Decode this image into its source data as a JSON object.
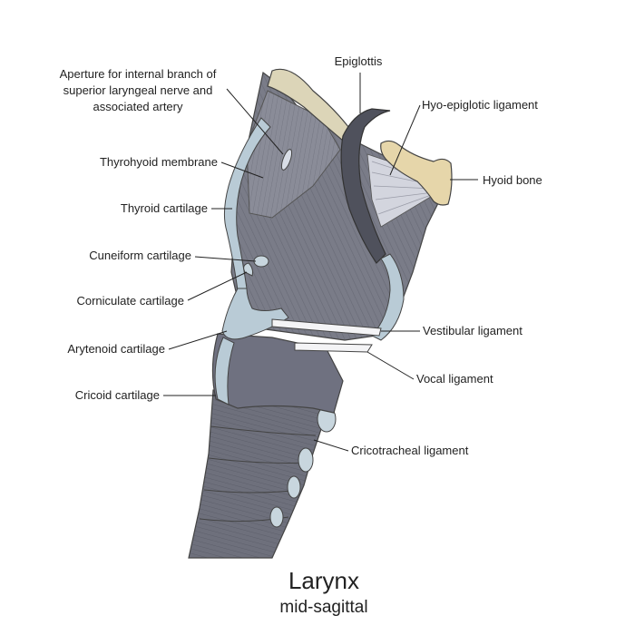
{
  "title": "Larynx",
  "subtitle": "mid-sagittal",
  "labels": {
    "aperture_line1": "Aperture for internal branch of",
    "aperture_line2": "superior laryngeal nerve and",
    "aperture_line3": "associated artery",
    "epiglottis": "Epiglottis",
    "hyo_epiglottic": "Hyo-epiglotic ligament",
    "hyoid_bone": "Hyoid bone",
    "thyrohyoid": "Thyrohyoid membrane",
    "thyroid": "Thyroid cartilage",
    "cuneiform": "Cuneiform cartilage",
    "corniculate": "Corniculate cartilage",
    "arytenoid": "Arytenoid cartilage",
    "cricoid": "Cricoid cartilage",
    "vestibular": "Vestibular ligament",
    "vocal": "Vocal ligament",
    "cricotracheal": "Cricotracheal ligament"
  },
  "colors": {
    "muscle": "#7a7c88",
    "muscle_dark": "#5e606c",
    "cartilage": "#b9cbd6",
    "bone": "#e6d6aa",
    "membrane": "#d7d9e2",
    "trachea": "#6c6e7a"
  }
}
